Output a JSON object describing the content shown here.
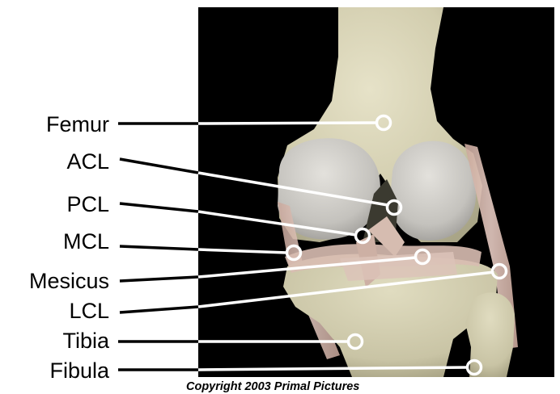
{
  "labels": {
    "femur": "Femur",
    "acl": "ACL",
    "pcl": "PCL",
    "mcl": "MCL",
    "meniscus": "Mesicus",
    "lcl": "LCL",
    "tibia": "Tibia",
    "fibula": "Fibula"
  },
  "copyright": "Copyright 2003 Primal Pictures",
  "colors": {
    "background": "#000000",
    "bone": "#d8d4b6",
    "cartilage": "#c9c7c2",
    "ligament": "#d9b8ad",
    "leader_line_left": "#000000",
    "leader_line_right": "#ffffff"
  }
}
